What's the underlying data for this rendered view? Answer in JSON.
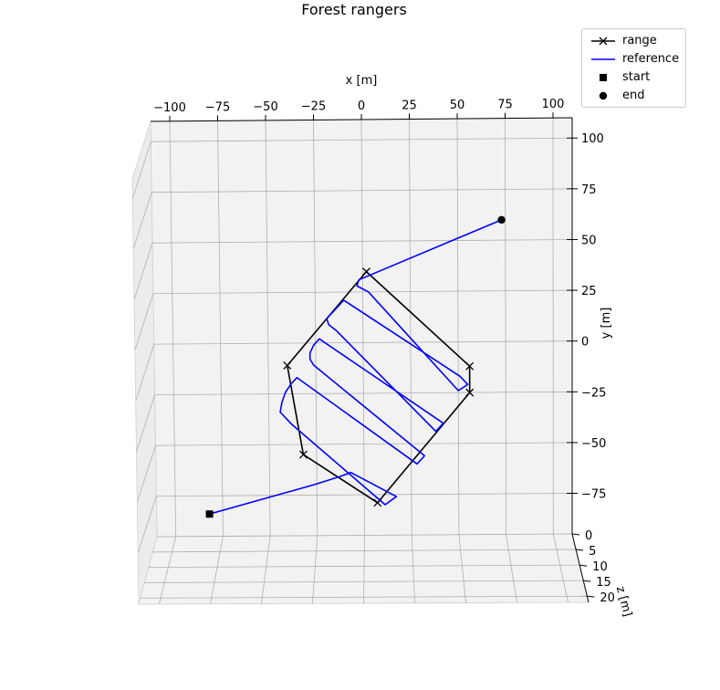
{
  "chart_data": {
    "type": "line",
    "title": "Forest rangers",
    "xlabel": "x [m]",
    "ylabel": "y [m]",
    "zlabel": "z [m]",
    "xlim": [
      -110,
      110
    ],
    "ylim": [
      -95,
      110
    ],
    "zlim": [
      0,
      22
    ],
    "x_ticks": [
      "−100",
      "−75",
      "−50",
      "−25",
      "0",
      "25",
      "50",
      "75",
      "100"
    ],
    "x_tick_values": [
      -100,
      -75,
      -50,
      -25,
      0,
      25,
      50,
      75,
      100
    ],
    "y_ticks": [
      "100",
      "75",
      "50",
      "25",
      "0",
      "−25",
      "−50",
      "−75"
    ],
    "y_tick_values": [
      100,
      75,
      50,
      25,
      0,
      -25,
      -50,
      -75
    ],
    "z_ticks": [
      "0",
      "5",
      "10",
      "15",
      "20"
    ],
    "z_tick_values": [
      0,
      5,
      10,
      15,
      20
    ],
    "grid": true,
    "legend_position": "top-right",
    "colors": {
      "range": "#000000",
      "reference": "#0000ff",
      "start": "#000000",
      "end": "#000000"
    },
    "series": [
      {
        "name": "range",
        "marker": "x",
        "points": [
          [
            2,
            35
          ],
          [
            56,
            -12
          ],
          [
            56,
            -25
          ],
          [
            7,
            -79
          ],
          [
            -32,
            -55
          ],
          [
            -40,
            -11
          ],
          [
            2,
            35
          ]
        ]
      },
      {
        "name": "reference",
        "points": [
          [
            73,
            60
          ],
          [
            -2,
            31
          ],
          [
            -3,
            28
          ],
          [
            3,
            25
          ],
          [
            50,
            -24
          ],
          [
            55,
            -21
          ],
          [
            51,
            -17
          ],
          [
            -10,
            21
          ],
          [
            -19,
            12
          ],
          [
            -18,
            9
          ],
          [
            -14,
            6
          ],
          [
            38,
            -44
          ],
          [
            42,
            -40
          ],
          [
            -23,
            2
          ],
          [
            -26,
            -1
          ],
          [
            -28,
            -5
          ],
          [
            -28,
            -8
          ],
          [
            -26,
            -11
          ],
          [
            32,
            -56
          ],
          [
            28,
            -60
          ],
          [
            -35,
            -17
          ],
          [
            -38,
            -20
          ],
          [
            -41,
            -24
          ],
          [
            -43,
            -29
          ],
          [
            -44,
            -34
          ],
          [
            -41,
            -37
          ],
          [
            -38,
            -40
          ],
          [
            11,
            -80
          ],
          [
            17,
            -76
          ],
          [
            -7,
            -64
          ],
          [
            -13,
            -66
          ],
          [
            -27,
            -70
          ],
          [
            -82,
            -84
          ]
        ]
      },
      {
        "name": "start",
        "marker": "square",
        "points": [
          [
            -82,
            -84
          ]
        ]
      },
      {
        "name": "end",
        "marker": "circle",
        "points": [
          [
            73,
            60
          ]
        ]
      }
    ]
  }
}
